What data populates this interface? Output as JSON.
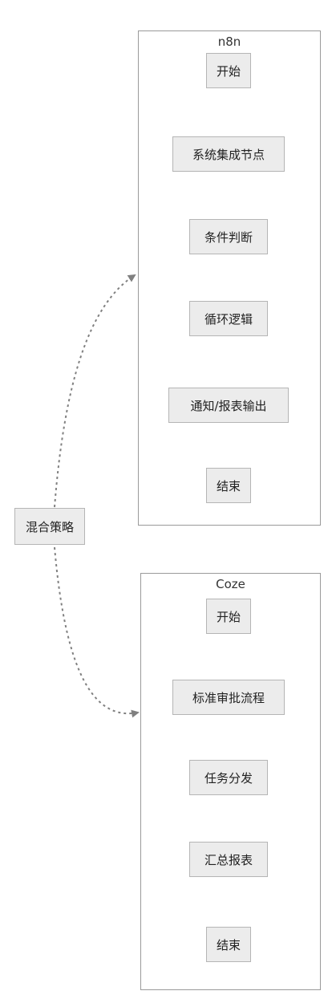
{
  "root": {
    "label": "混合策略"
  },
  "clusters": [
    {
      "title": "n8n",
      "nodes": [
        "开始",
        "系统集成节点",
        "条件判断",
        "循环逻辑",
        "通知/报表输出",
        "结束"
      ]
    },
    {
      "title": "Coze",
      "nodes": [
        "开始",
        "标准审批流程",
        "任务分发",
        "汇总报表",
        "结束"
      ]
    }
  ],
  "colors": {
    "node_fill": "#ececec",
    "node_border": "#b5b5b5",
    "cluster_border": "#9a9a9a",
    "edge": "#808080"
  }
}
